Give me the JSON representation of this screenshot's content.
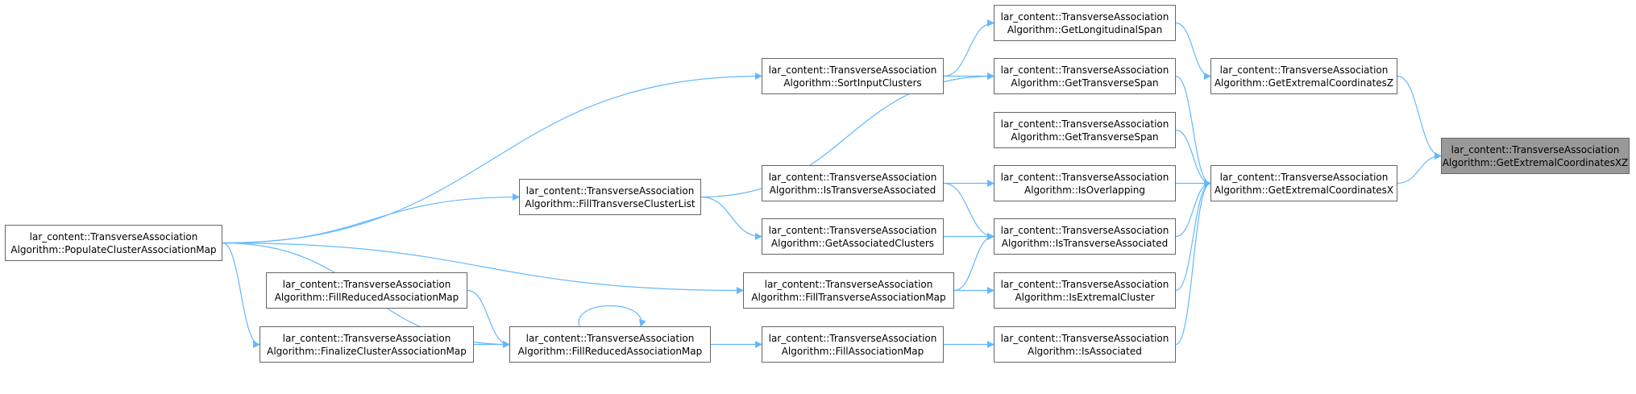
{
  "colors": {
    "edge": "#63b8ff",
    "node_border": "#666666",
    "highlight_fill": "#999999",
    "background": "#ffffff"
  },
  "nodes": [
    {
      "id": "n_xz",
      "line1": "lar_content::TransverseAssociation",
      "line2": "Algorithm::GetExtremalCoordinatesXZ",
      "highlight": true
    },
    {
      "id": "n_z",
      "line1": "lar_content::TransverseAssociation",
      "line2": "Algorithm::GetExtremalCoordinatesZ"
    },
    {
      "id": "n_x",
      "line1": "lar_content::TransverseAssociation",
      "line2": "Algorithm::GetExtremalCoordinatesX"
    },
    {
      "id": "n_long",
      "line1": "lar_content::TransverseAssociation",
      "line2": "Algorithm::GetLongitudinalSpan"
    },
    {
      "id": "n_ts1",
      "line1": "lar_content::TransverseAssociation",
      "line2": "Algorithm::GetTransverseSpan"
    },
    {
      "id": "n_ts2",
      "line1": "lar_content::TransverseAssociation",
      "line2": "Algorithm::GetTransverseSpan"
    },
    {
      "id": "n_ovl",
      "line1": "lar_content::TransverseAssociation",
      "line2": "Algorithm::IsOverlapping"
    },
    {
      "id": "n_ita2",
      "line1": "lar_content::TransverseAssociation",
      "line2": "Algorithm::IsTransverseAssociated"
    },
    {
      "id": "n_iec",
      "line1": "lar_content::TransverseAssociation",
      "line2": "Algorithm::IsExtremalCluster"
    },
    {
      "id": "n_ia",
      "line1": "lar_content::TransverseAssociation",
      "line2": "Algorithm::IsAssociated"
    },
    {
      "id": "n_sort",
      "line1": "lar_content::TransverseAssociation",
      "line2": "Algorithm::SortInputClusters"
    },
    {
      "id": "n_ita1",
      "line1": "lar_content::TransverseAssociation",
      "line2": "Algorithm::IsTransverseAssociated"
    },
    {
      "id": "n_gac",
      "line1": "lar_content::TransverseAssociation",
      "line2": "Algorithm::GetAssociatedClusters"
    },
    {
      "id": "n_ftam",
      "line1": "lar_content::TransverseAssociation",
      "line2": "Algorithm::FillTransverseAssociationMap"
    },
    {
      "id": "n_fam",
      "line1": "lar_content::TransverseAssociation",
      "line2": "Algorithm::FillAssociationMap"
    },
    {
      "id": "n_ftcl",
      "line1": "lar_content::TransverseAssociation",
      "line2": "Algorithm::FillTransverseClusterList"
    },
    {
      "id": "n_fram",
      "line1": "lar_content::TransverseAssociation",
      "line2": "Algorithm::FillReducedAssociationMap"
    },
    {
      "id": "n_frm2",
      "line1": "lar_content::TransverseAssociation",
      "line2": "Algorithm::FillReducedAssociationMap"
    },
    {
      "id": "n_fcam",
      "line1": "lar_content::TransverseAssociation",
      "line2": "Algorithm::FinalizeClusterAssociationMap"
    },
    {
      "id": "n_pcam",
      "line1": "lar_content::TransverseAssociation",
      "line2": "Algorithm::PopulateClusterAssociationMap"
    }
  ],
  "edges": [
    {
      "from": "n_z",
      "to": "n_xz"
    },
    {
      "from": "n_x",
      "to": "n_xz"
    },
    {
      "from": "n_long",
      "to": "n_z"
    },
    {
      "from": "n_ts1",
      "to": "n_x"
    },
    {
      "from": "n_ts2",
      "to": "n_x"
    },
    {
      "from": "n_ovl",
      "to": "n_x"
    },
    {
      "from": "n_ita2",
      "to": "n_x"
    },
    {
      "from": "n_iec",
      "to": "n_x"
    },
    {
      "from": "n_ia",
      "to": "n_x"
    },
    {
      "from": "n_sort",
      "to": "n_long"
    },
    {
      "from": "n_sort",
      "to": "n_ts1"
    },
    {
      "from": "n_ita1",
      "to": "n_ovl"
    },
    {
      "from": "n_ita1",
      "to": "n_ita2"
    },
    {
      "from": "n_gac",
      "to": "n_ita2"
    },
    {
      "from": "n_ftam",
      "to": "n_ita2"
    },
    {
      "from": "n_ftam",
      "to": "n_iec"
    },
    {
      "from": "n_fam",
      "to": "n_ia"
    },
    {
      "from": "n_ftcl",
      "to": "n_ts1"
    },
    {
      "from": "n_ftcl",
      "to": "n_gac"
    },
    {
      "from": "n_fram",
      "to": "n_fam"
    },
    {
      "from": "n_fram",
      "to": "n_fram"
    },
    {
      "from": "n_frm2",
      "to": "n_fram"
    },
    {
      "from": "n_fcam",
      "to": "n_fram"
    },
    {
      "from": "n_pcam",
      "to": "n_sort"
    },
    {
      "from": "n_pcam",
      "to": "n_ftcl"
    },
    {
      "from": "n_pcam",
      "to": "n_ftam"
    },
    {
      "from": "n_pcam",
      "to": "n_fcam"
    },
    {
      "from": "n_pcam",
      "to": "n_fram"
    }
  ]
}
